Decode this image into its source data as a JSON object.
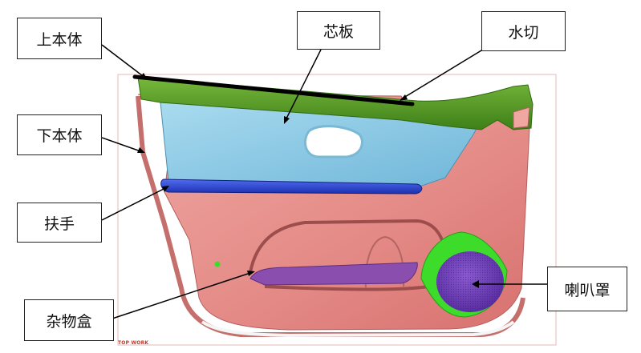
{
  "labels": {
    "upper_body": "上本体",
    "core_board": "芯板",
    "water_cut": "水切",
    "lower_body": "下本体",
    "armrest": "扶手",
    "storage_box": "杂物盒",
    "speaker_grille": "喇叭罩"
  },
  "watermark": "TOP WORK",
  "colors": {
    "upper_body": "#5a9e2a",
    "core_board": "#8fcbe6",
    "lower_body": "#e8948f",
    "armrest": "#2f49d8",
    "storage_box": "#8a4fae",
    "speaker_grille": "#6b3fb5",
    "speaker_ring": "#3ddc2a",
    "leader": "#000000",
    "water_cut": "#000000"
  }
}
